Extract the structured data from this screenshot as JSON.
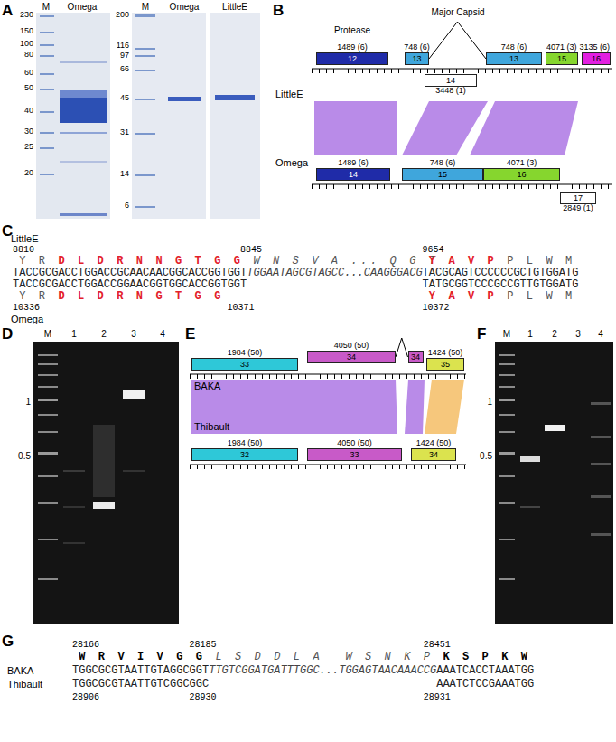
{
  "diagram": {
    "nodes": [
      {
        "text": [
          "1489 (6)",
          "12"
        ]
      },
      {
        "text": [
          "748 (6)",
          "13"
        ]
      },
      {
        "text": [
          "748 (6)",
          "13"
        ]
      },
      {
        "text": [
          "3448 (1)",
          "14"
        ]
      },
      {
        "text": [
          "4071 (3)",
          "15"
        ]
      },
      {
        "text": [
          "3135 (6)",
          "16"
        ]
      },
      {
        "text": [
          "1489 (6)",
          "14"
        ]
      },
      {
        "text": [
          "748 (6)",
          "15"
        ]
      },
      {
        "text": [
          "4071 (3)",
          "16"
        ]
      },
      {
        "text": [
          "2849 (1)",
          "17"
        ]
      },
      {
        "text": [
          "1984 (50)",
          "33"
        ]
      },
      {
        "text": [
          "4050 (50)",
          "34"
        ]
      },
      {
        "text": [
          "34"
        ]
      },
      {
        "text": [
          "1424 (50)",
          "35"
        ]
      },
      {
        "text": [
          "1984 (50)",
          "32"
        ]
      },
      {
        "text": [
          "4050 (50)",
          "33"
        ]
      },
      {
        "text": [
          "1424 (50)",
          "34"
        ]
      }
    ],
    "edges": [
      {
        "from": 1,
        "to": 2,
        "arrow": "none"
      },
      {
        "from": 11,
        "to": 12,
        "arrow": "none"
      }
    ],
    "labels": [
      "A",
      "M",
      "Omega",
      "230",
      "150",
      "100",
      "80",
      "60",
      "50",
      "40",
      "30",
      "25",
      "20",
      "M",
      "Omega",
      "LittleE",
      "200",
      "116",
      "97",
      "66",
      "45",
      "31",
      "14",
      "6",
      "B",
      "Protease",
      "Major Capsid",
      "LittleE",
      "Omega",
      "C",
      "LittleE",
      "8810",
      "8845",
      "9654",
      "Y R",
      "D L D R N N G T G G",
      "W N S V A ... Q G T",
      "Y A V P",
      "P L W M",
      "TACCGCGACCTGGACCGCAACAACGGCACCGGTGGT",
      "TGGAATAGCGTAGCC...CAAGGGACG",
      "TACGCAGTCCCCCCGCTGTGGATG",
      "TACCGCGACCTGGACCGGAACGGTGGCACCGGTGGT",
      "TATGCGGTCCCGCCGTTGTGGATG",
      "Y R",
      "D L D R N G T G G",
      "Y A V P",
      "P L W M",
      "10336",
      "10371",
      "10372",
      "Omega",
      "D",
      "M",
      "1",
      "2",
      "3",
      "4",
      "1",
      "0.5",
      "E",
      "BAKA",
      "Thibault",
      "F",
      "M",
      "1",
      "2",
      "3",
      "4",
      "1",
      "0.5",
      "G",
      "28166",
      "28185",
      "28451",
      "W R V I V G G",
      "L S D D L A",
      "W S N K P",
      "K S P K W",
      "TGGCGCGTAATTGTAGGCGGT",
      "TTGTCGGATGATTTGGC...TGGAGTAACAAACCG",
      "AAATCACCTAAATGG",
      "TGGCGCGTAATTGTCGGCGGC",
      "AAATCTCCGAAATGG",
      "28906",
      "28930",
      "28931",
      "BAKA",
      "Thibault"
    ]
  }
}
